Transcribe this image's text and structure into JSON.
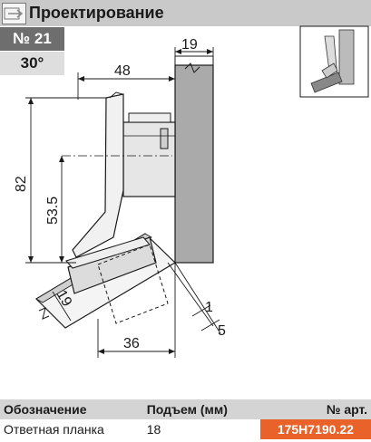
{
  "header": {
    "title": "Проектирование"
  },
  "badge": {
    "number": "№ 21",
    "angle": "30°"
  },
  "dimensions": {
    "plate_thickness": "19",
    "width": "48",
    "height_total": "82",
    "height_axis": "53.5",
    "door_thickness": "19",
    "offset_small": "1",
    "offset": "5",
    "bottom_width": "36"
  },
  "table": {
    "headers": [
      "Обозначение",
      "Подъем (мм)",
      "№ арт."
    ],
    "rows": [
      {
        "name": "Ответная планка",
        "lift": "18",
        "article": "175H7190.22"
      }
    ]
  },
  "colors": {
    "accent": "#e8622a",
    "header_bg": "#c9c9c9",
    "number_bg": "#6e6e6e"
  },
  "icons": [
    "arrow-logo-icon"
  ]
}
